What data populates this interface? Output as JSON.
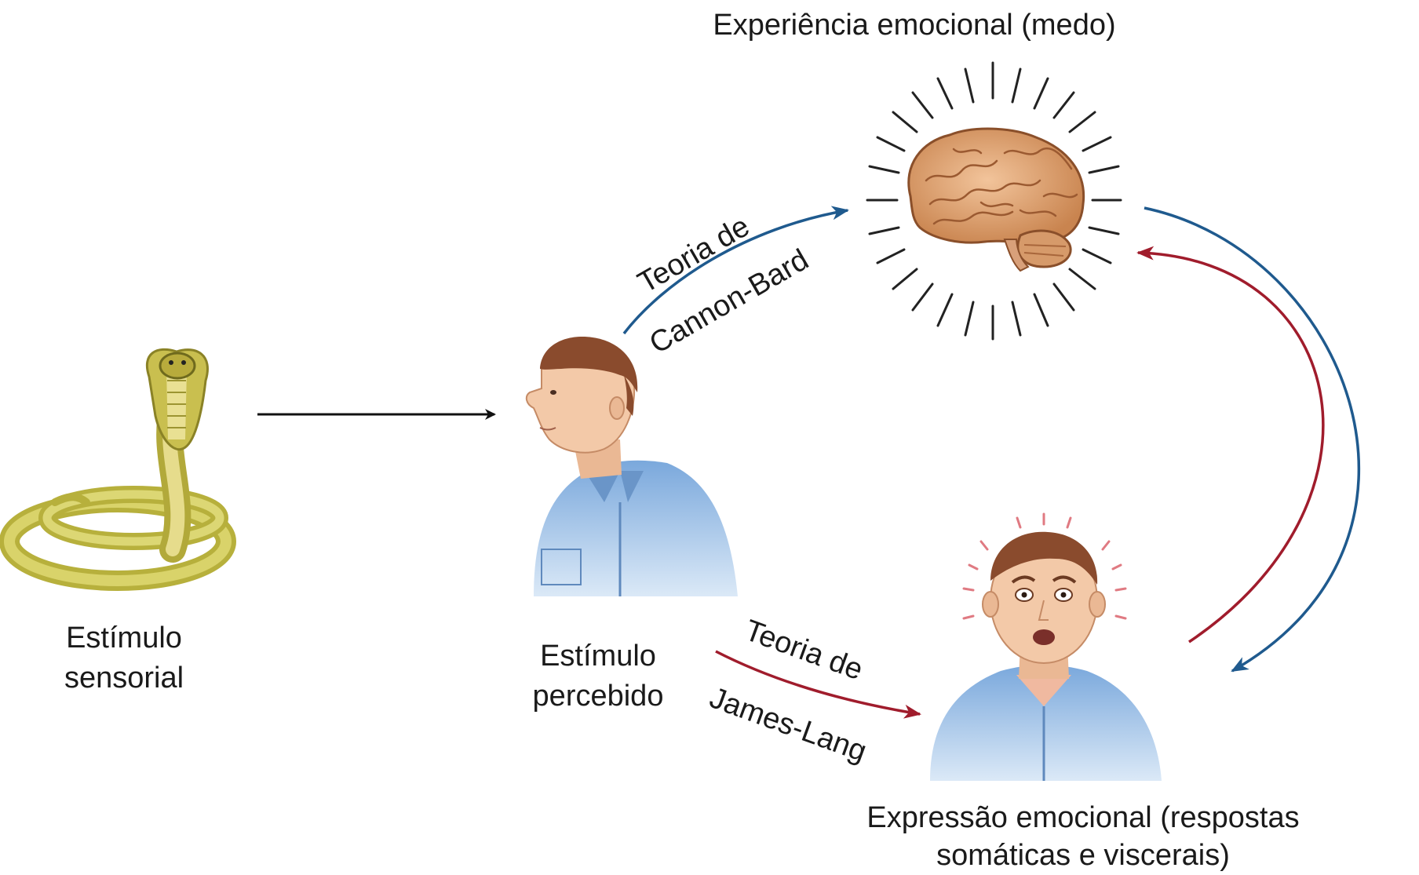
{
  "diagram": {
    "title_top": "Experiência emocional (medo)",
    "stimulus_label": [
      "Estímulo",
      "sensorial"
    ],
    "perceived_label": [
      "Estímulo",
      "percebido"
    ],
    "expression_label": [
      "Expressão emocional (respostas",
      "somáticas e viscerais)"
    ],
    "cannon_bard": [
      "Teoria de",
      "Cannon-Bard"
    ],
    "james_lange": [
      "Teoria de",
      "James-Lang"
    ]
  },
  "colors": {
    "cannon_bard_arrow": "#1f5a8e",
    "james_lange_arrow": "#a01c2c",
    "plain_arrow": "#111111",
    "skin": "#f3c9a8",
    "shirt": "#8fb8e6",
    "hair": "#8a4b2d",
    "brain": "#e0a577",
    "snake": "#c8c24a"
  },
  "icons": {
    "snake": "cobra-illustration",
    "brain": "glowing-brain-illustration",
    "calm_man": "calm-man-illustration",
    "scared_man": "scared-man-illustration"
  }
}
